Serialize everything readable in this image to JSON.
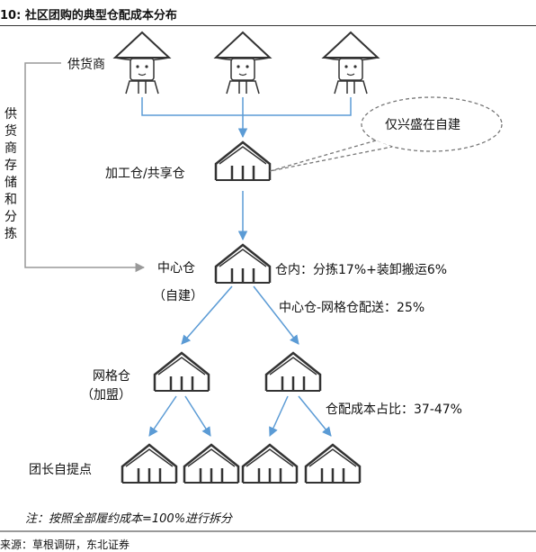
{
  "title": "10: 社区团购的典型仓配成本分布",
  "labels": {
    "supplier": "供货商",
    "supplier_side": "供货商存储和分拣",
    "processing": "加工仓/共享仓",
    "bubble": "仅兴盛在自建",
    "central": "中心仓",
    "central_sub": "（自建）",
    "inwarehouse": "仓内：分拣17%+装卸搬运6%",
    "central_to_grid": "中心仓-网格仓配送：25%",
    "grid": "网格仓",
    "grid_sub": "（加盟）",
    "cost_share": "仓配成本占比：37-47%",
    "leader": "团长自提点"
  },
  "note": "注：按照全部履约成本=100%进行拆分",
  "source": "来源：草根调研，东北证券",
  "colors": {
    "accent": "#5b9bd5",
    "outline": "#333333",
    "gray": "#888888"
  }
}
